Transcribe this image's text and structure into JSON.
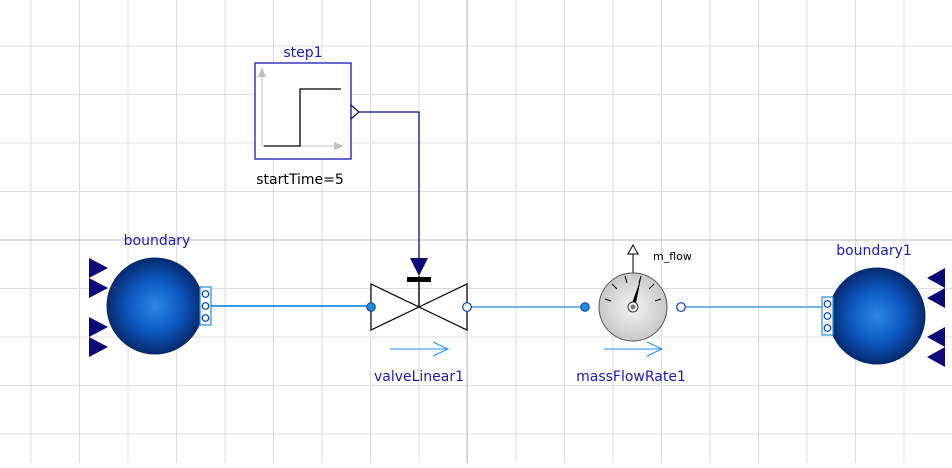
{
  "diagram": {
    "components": {
      "step1": {
        "name": "step1",
        "parameter": "startTime=5"
      },
      "boundary": {
        "name": "boundary"
      },
      "valve": {
        "name": "valveLinear1"
      },
      "flow_sensor": {
        "name": "massFlowRate1",
        "output": "m_flow"
      },
      "boundary1": {
        "name": "boundary1"
      }
    }
  },
  "colors": {
    "grid": "#dcdcdc",
    "grid_axis": "#c8c8c8",
    "label": "#1a1ab4",
    "signal": "#0a0a78",
    "fluid": "#1e8cdc",
    "sphere_center": "#2a7fe0",
    "sphere_edge": "#062a6e",
    "flow_arrow": "#1e90ff"
  }
}
